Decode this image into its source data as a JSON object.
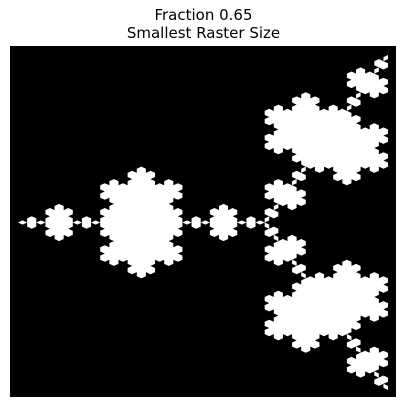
{
  "figure": {
    "title_line1": "Fraction 0.65",
    "title_line2": "Smallest Raster Size"
  },
  "image": {
    "subject": "koch-snowflake-fractal",
    "background_color": "#000000",
    "shape_color": "#ffffff",
    "page_background": "#ffffff"
  }
}
